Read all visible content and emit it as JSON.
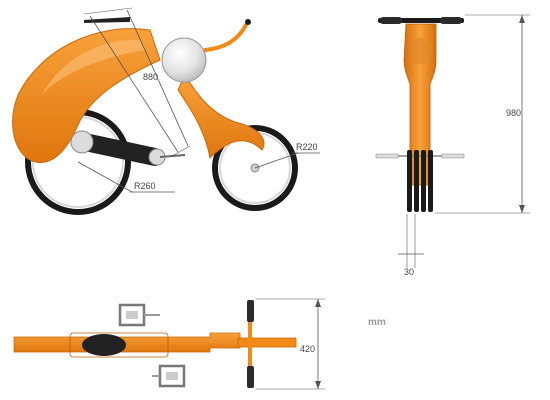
{
  "drawing": {
    "unit": "mm",
    "dimensions": {
      "diagonal_length": "880",
      "front_wheel_radius": "R220",
      "rear_wheel_radius": "R260",
      "total_height": "980",
      "wheel_width": "30",
      "total_width": "420"
    },
    "colors": {
      "frame_orange": "#f28a1a",
      "frame_orange_dark": "#d66f0c",
      "tire": "#1a1a1a",
      "rim": "#d8d8d8",
      "dimension_line": "#555555",
      "seat": "#222222"
    }
  }
}
